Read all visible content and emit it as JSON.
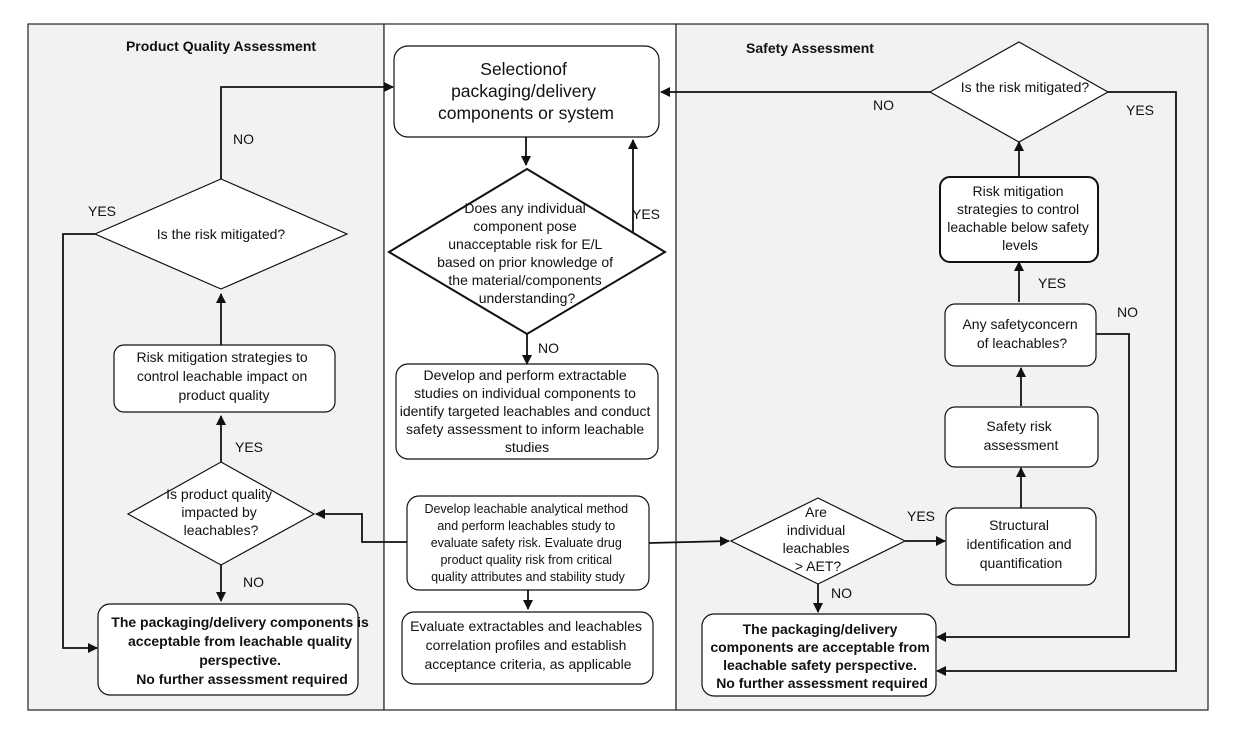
{
  "lanes": {
    "left": "Product Quality Assessment",
    "middle": "",
    "right": "Safety Assessment"
  },
  "nodes": {
    "selection": [
      "Selectionof",
      "packaging/delivery",
      "components or system"
    ],
    "pose_risk": [
      "Does any individual",
      "component pose",
      "unacceptable risk for E/L",
      "based on prior knowledge of",
      "the material/components",
      "understanding?"
    ],
    "extractable": [
      "Develop and perform extractable",
      "studies on individual components to",
      "identify targeted leachables and conduct",
      "safety assessment to inform leachable",
      "studies"
    ],
    "leachable_method": [
      "Develop leachable analytical method",
      "and perform leachables study to",
      "evaluate safety risk. Evaluate drug",
      "product quality risk from critical",
      "quality attributes and stability study"
    ],
    "correlation": [
      "Evaluate extractables and leachables",
      "correlation profiles and establish",
      "acceptance criteria, as applicable"
    ],
    "pq_risk_mitigated": [
      "Is the risk mitigated?"
    ],
    "pq_mitigation": [
      "Risk mitigation strategies to",
      "control leachable impact on",
      "product quality"
    ],
    "pq_impacted": [
      "Is product quality",
      "impacted by",
      "leachables?"
    ],
    "pq_acceptable": [
      "The packaging/delivery components is",
      "acceptable from leachable quality",
      "perspective.",
      "No further assessment required"
    ],
    "sa_risk_mitigated": [
      "Is the risk mitigated?"
    ],
    "sa_mitigation": [
      "Risk mitigation",
      "strategies to control",
      "leachable below safety",
      "levels"
    ],
    "sa_concern": [
      "Any safetyconcern",
      "of leachables?"
    ],
    "sa_risk_assessment": [
      "Safety risk",
      "assessment"
    ],
    "sa_structural": [
      "Structural",
      "identification and",
      "quantification"
    ],
    "sa_aet": [
      "Are",
      "individual",
      "leachables",
      "> AET?"
    ],
    "sa_acceptable": [
      "The packaging/delivery",
      "components are acceptable from",
      "leachable safety perspective.",
      "No further assessment required"
    ]
  },
  "edge_labels": {
    "pose_yes": "YES",
    "pose_no": "NO",
    "pq_mitigated_no": "NO",
    "pq_mitigated_yes": "YES",
    "pq_impacted_yes": "YES",
    "pq_impacted_no": "NO",
    "sa_mitigated_no": "NO",
    "sa_mitigated_yes": "YES",
    "sa_concern_yes": "YES",
    "sa_concern_no": "NO",
    "sa_aet_yes": "YES",
    "sa_aet_no": "NO"
  }
}
